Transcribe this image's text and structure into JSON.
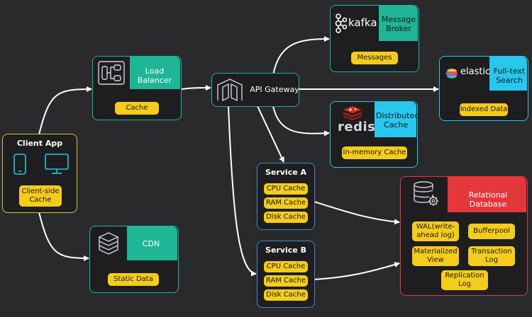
{
  "client_app": {
    "title": "Client App",
    "cache_label": "Client-side Cache"
  },
  "load_balancer": {
    "title": "Load Balancer",
    "cache_label": "Cache"
  },
  "cdn": {
    "title": "CDN",
    "data_label": "Static Data"
  },
  "api_gateway": {
    "title": "API Gateway"
  },
  "kafka": {
    "logo_text": "kafka",
    "title": "Message Broker",
    "item_label": "Messages"
  },
  "elastic": {
    "logo_text": "elastic",
    "title": "Full-text Search",
    "item_label": "Indexed Data"
  },
  "redis": {
    "logo_text": "redis",
    "title": "Distributed Cache",
    "item_label": "In-memory Cache"
  },
  "service_a": {
    "title": "Service A",
    "items": [
      "CPU Cache",
      "RAM Cache",
      "Disk Cache"
    ]
  },
  "service_b": {
    "title": "Service B",
    "items": [
      "CPU Cache",
      "RAM Cache",
      "Disk Cache"
    ]
  },
  "database": {
    "title": "Relational Database",
    "items": [
      "WAL(write-ahead log)",
      "Bufferpool",
      "Materialized View",
      "Transaction Log",
      "Replication Log"
    ]
  },
  "colors": {
    "background": "#2a2a2c",
    "teal": "#1fb597",
    "cyan": "#27c7ee",
    "red": "#e4373c",
    "yellow": "#f4cc1b",
    "arrow": "#ffffff"
  }
}
